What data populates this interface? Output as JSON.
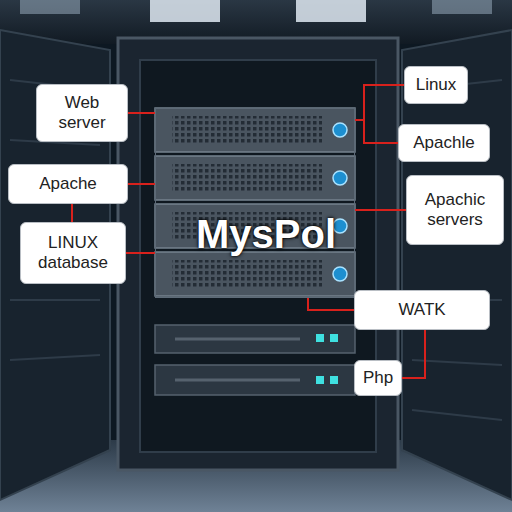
{
  "diagram": {
    "nodes": [
      {
        "text": [
          "Web server"
        ]
      },
      {
        "text": [
          "Linux"
        ]
      },
      {
        "text": [
          "Apachle"
        ]
      },
      {
        "text": [
          "Apache"
        ]
      },
      {
        "text": [
          "Apachic servers"
        ]
      },
      {
        "text": [
          "LINUX database"
        ]
      },
      {
        "text": [
          "MysPol"
        ]
      },
      {
        "text": [
          "WATK"
        ]
      },
      {
        "text": [
          "Php"
        ]
      }
    ],
    "edges": [
      {
        "from": 0,
        "to": 6,
        "arrow": "none"
      },
      {
        "from": 1,
        "to": 2,
        "arrow": "none"
      },
      {
        "from": 1,
        "to": 6,
        "arrow": "none"
      },
      {
        "from": 3,
        "to": 6,
        "arrow": "none"
      },
      {
        "from": 3,
        "to": 5,
        "arrow": "none"
      },
      {
        "from": 5,
        "to": 6,
        "arrow": "none"
      },
      {
        "from": 4,
        "to": 6,
        "arrow": "none"
      },
      {
        "from": 6,
        "to": 7,
        "arrow": "none"
      },
      {
        "from": 7,
        "to": 8,
        "arrow": "none"
      }
    ]
  }
}
